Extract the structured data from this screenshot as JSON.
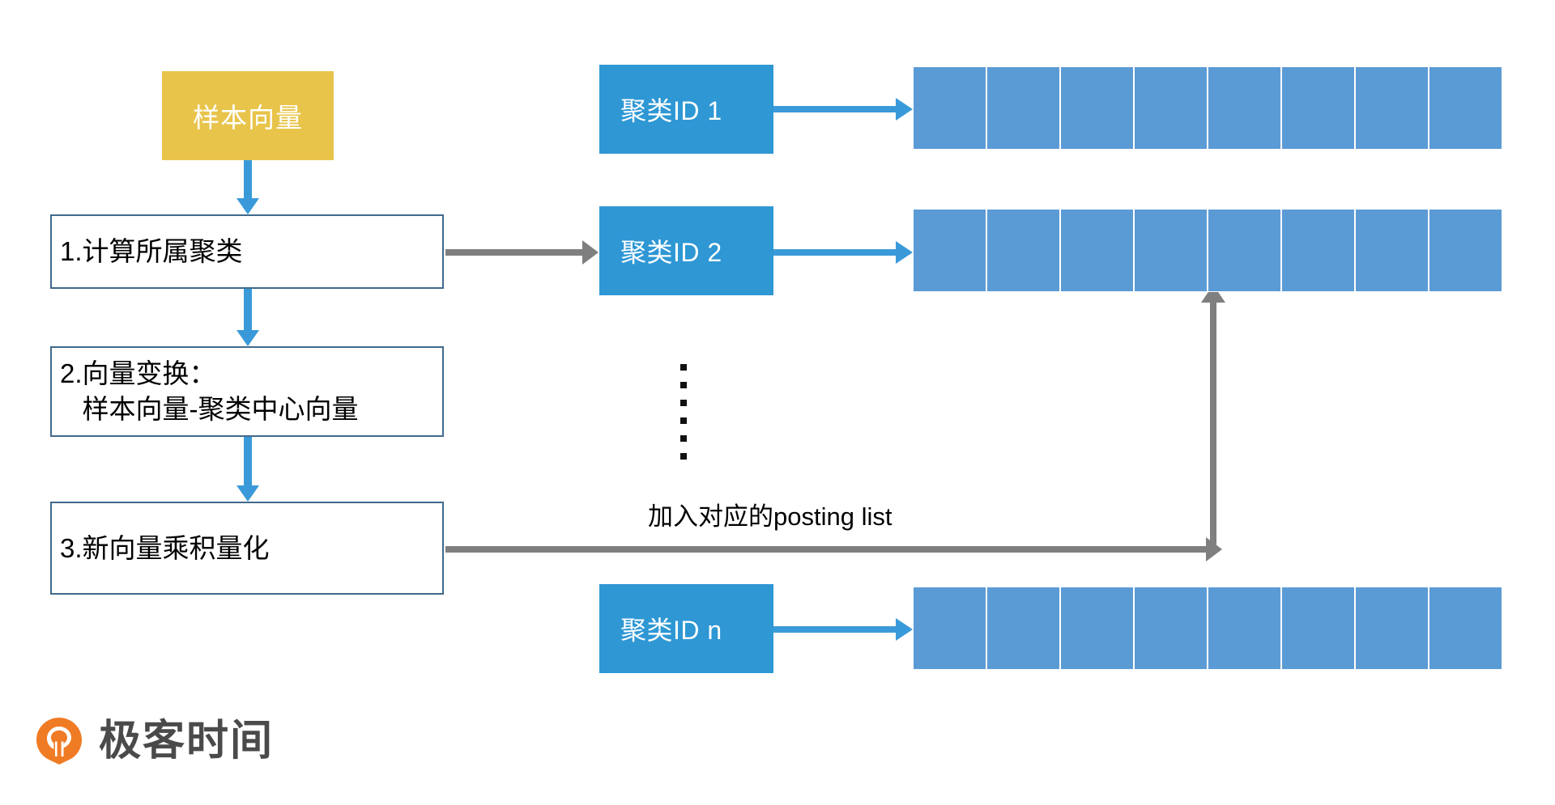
{
  "diagram": {
    "title": "IVFPQ build flow",
    "colors": {
      "sample_box_fill": "#E8C44B",
      "step_box_border": "#41698C",
      "cluster_box_fill": "#2E97D4",
      "posting_cell_fill": "#5B9BD5",
      "blue_arrow": "#3A9AD9",
      "gray_arrow": "#7F7F7F",
      "logo_orange": "#F07B25",
      "logo_text": "#4A4A4A"
    },
    "sample_box": {
      "label": "样本向量"
    },
    "steps": [
      {
        "label": "1.计算所属聚类"
      },
      {
        "label": "2.向量变换：\n   样本向量-聚类中心向量"
      },
      {
        "label": "3.新向量乘积量化"
      }
    ],
    "clusters": [
      {
        "label": "聚类ID 1",
        "cells": 8
      },
      {
        "label": "聚类ID 2",
        "cells": 8
      },
      {
        "label": "聚类ID n",
        "cells": 8
      }
    ],
    "ellipsis_dots": 6,
    "posting_label": "加入对应的posting list",
    "logo": {
      "text": "极客时间",
      "mark": "geektime-logo-icon"
    }
  }
}
